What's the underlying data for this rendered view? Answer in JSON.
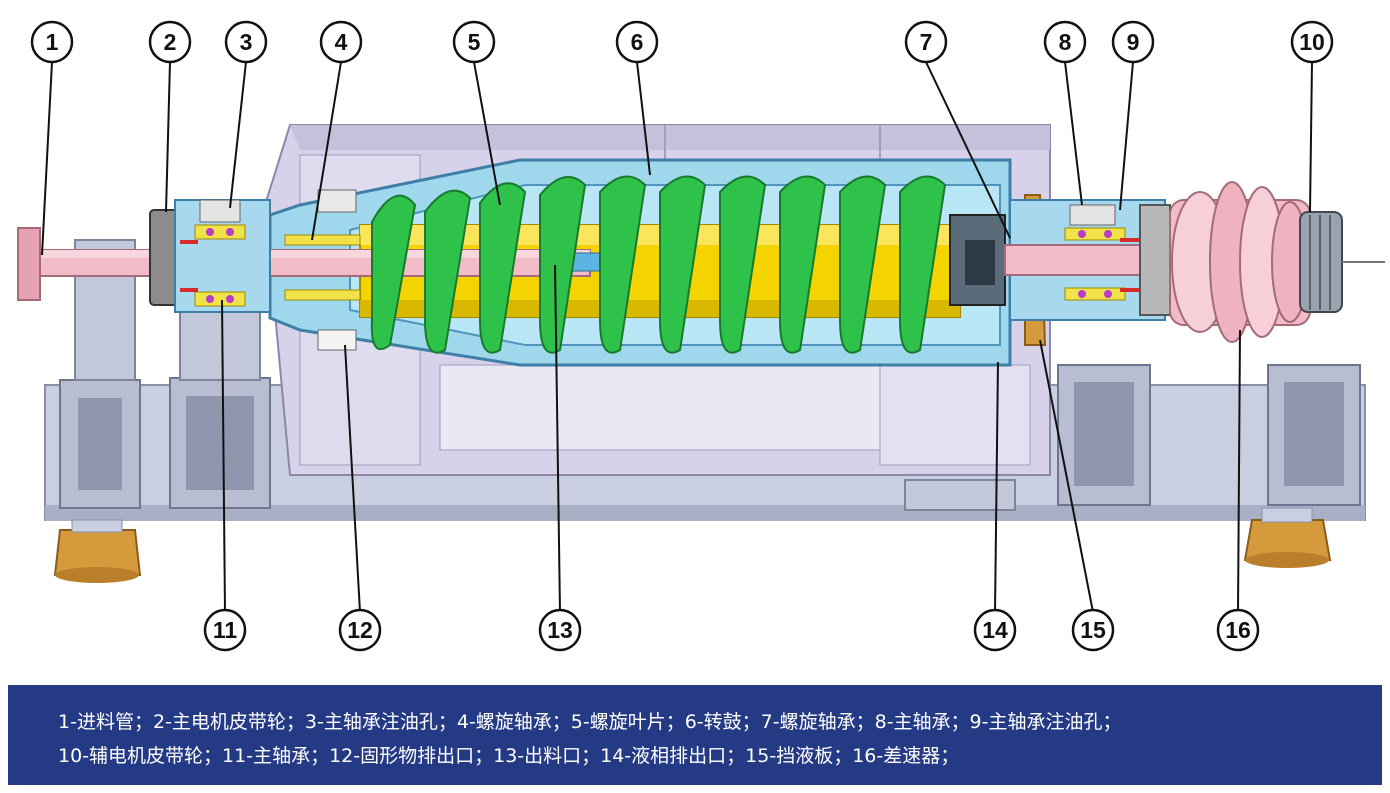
{
  "callouts": [
    "1",
    "2",
    "3",
    "4",
    "5",
    "6",
    "7",
    "8",
    "9",
    "10",
    "11",
    "12",
    "13",
    "14",
    "15",
    "16"
  ],
  "legend": {
    "line1": "1-进料管；2-主电机皮带轮；3-主轴承注油孔；4-螺旋轴承；5-螺旋叶片；6-转鼓；7-螺旋轴承；8-主轴承；9-主轴承注油孔；",
    "line2": "10-辅电机皮带轮；11-主轴承；12-固形物排出口；13-出料口；14-液相排出口；15-挡液板；16-差速器；"
  },
  "colors": {
    "frame": "#c9cfe0",
    "housing": "#d7d2ea",
    "bowl": "#9fd8ec",
    "screw": "#2fc24b",
    "core": "#f4d400",
    "shaft": "#f1bcc8",
    "feet": "#d49a3c",
    "caption_bg": "#243a84"
  }
}
